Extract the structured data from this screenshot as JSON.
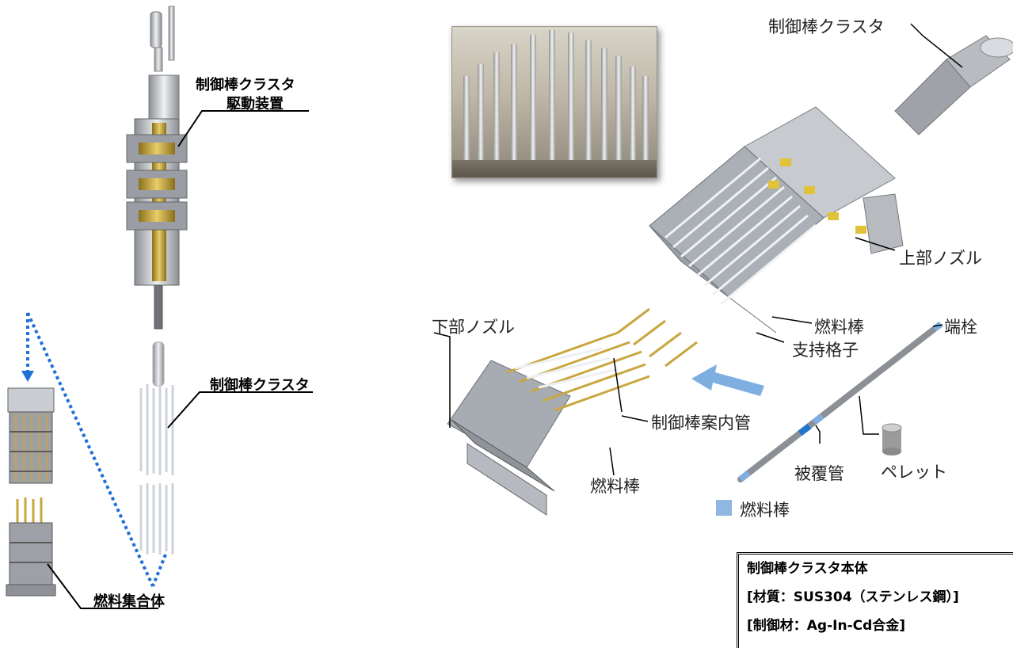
{
  "left_diagram": {
    "drive_label_line1": "制御棒クラスタ",
    "drive_label_line2": "駆動装置",
    "cluster_label": "制御棒クラスタ",
    "fuel_assembly_label": "燃料集合体"
  },
  "right_diagram": {
    "top_cluster_label": "制御棒クラスタ",
    "top_nozzle_label": "上部ノズル",
    "fuel_rod_label_upper": "燃料棒",
    "support_grid_label": "支持格子",
    "bottom_nozzle_label": "下部ノズル",
    "guide_tube_label": "制御棒案内管",
    "fuel_rod_label_lower": "燃料棒",
    "end_plug_label": "端栓",
    "cladding_label": "被覆管",
    "pellet_label": "ペレット",
    "legend_label": "燃料棒"
  },
  "info_box": {
    "line1": "制御棒クラスタ本体",
    "line2": "[材質：SUS304（ステンレス鋼）]",
    "line3": "[制御材：Ag-In-Cd合金]"
  },
  "colors": {
    "arrow_blue": "#1f6fd6",
    "legend_blue": "#8fb7e0",
    "brass": "#c9a640",
    "steel": "#a9adb3"
  }
}
